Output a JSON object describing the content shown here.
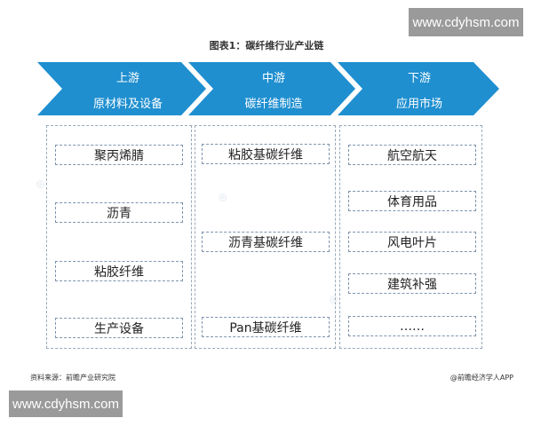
{
  "watermark": {
    "top": "www.cdyhsm.com",
    "bottom": "www.cdyhsm.com"
  },
  "title": "图表1：碳纤维行业产业链",
  "stages": [
    {
      "stage": "上游",
      "desc": "原材料及设备"
    },
    {
      "stage": "中游",
      "desc": "碳纤维制造"
    },
    {
      "stage": "下游",
      "desc": "应用市场"
    }
  ],
  "upstream_items": [
    "聚丙烯腈",
    "沥青",
    "粘胶纤维",
    "生产设备"
  ],
  "midstream_items": [
    "粘胶基碳纤维",
    "沥青基碳纤维",
    "Pan基碳纤维"
  ],
  "downstream_items": [
    "航空航天",
    "体育用品",
    "风电叶片",
    "建筑补强",
    "……"
  ],
  "footer": {
    "source": "资料来源：前瞻产业研究院",
    "brand": "@前瞻经济学人APP"
  },
  "colors": {
    "chevron": "#1f8fd0",
    "border": "#7f94ad"
  }
}
